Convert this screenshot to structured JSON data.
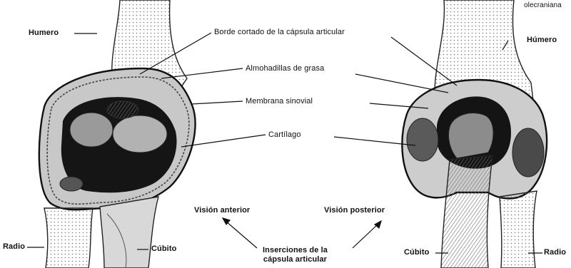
{
  "labels": {
    "olecraneana": "olecraniana",
    "humero_left": "Humero",
    "humero_right": "Húmero",
    "borde_cortado": "Borde cortado de la cápsula articular",
    "almohadillas": "Almohadillas de grasa",
    "membrana": "Membrana sinovial",
    "cartilago": "Cartílago",
    "vision_anterior": "Visión anterior",
    "vision_posterior": "Visión posterior",
    "inserciones_1": "Inserciones de la",
    "inserciones_2": "cápsula articular",
    "radio_left": "Radio",
    "radio_right": "Radio",
    "cubito_left": "Cúbito",
    "cubito_right": "Cúbito"
  },
  "colors": {
    "ink": "#111111",
    "shade": "#3a3a3a",
    "mid": "#8a8a8a",
    "light": "#cfcfcf",
    "background": "#ffffff"
  }
}
